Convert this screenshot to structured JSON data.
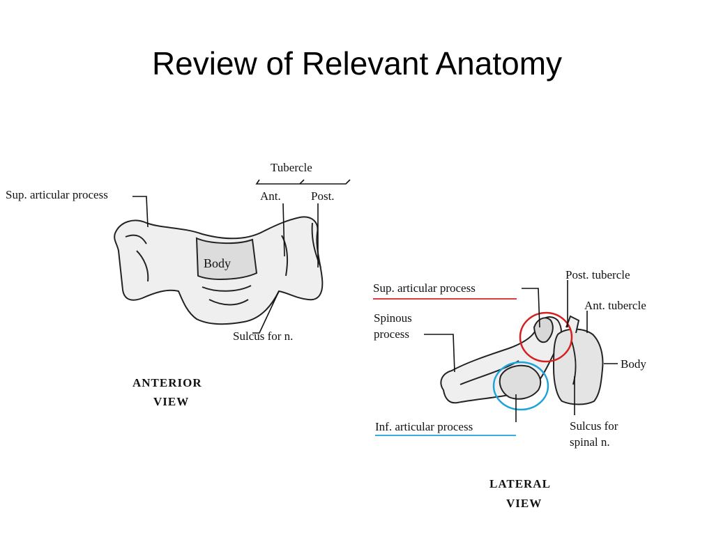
{
  "title": "Review of Relevant Anatomy",
  "anterior_view": {
    "heading_line1": "ANTERIOR",
    "heading_line2": "VIEW",
    "labels": {
      "sup_articular_process": "Sup. articular process",
      "tubercle": "Tubercle",
      "ant": "Ant.",
      "post": "Post.",
      "body": "Body",
      "sulcus": "Sulcus for n."
    }
  },
  "lateral_view": {
    "heading_line1": "LATERAL",
    "heading_line2": "VIEW",
    "labels": {
      "sup_articular_process": "Sup. articular process",
      "post_tubercle": "Post. tubercle",
      "ant_tubercle": "Ant. tubercle",
      "spinous_line1": "Spinous",
      "spinous_line2": "process",
      "body": "Body",
      "inf_articular_process": "Inf. articular process",
      "sulcus_line1": "Sulcus for",
      "sulcus_line2": "spinal n."
    }
  },
  "annotation_colors": {
    "sup_articular_highlight": "#d62020",
    "inf_articular_highlight": "#1ca3dc"
  }
}
